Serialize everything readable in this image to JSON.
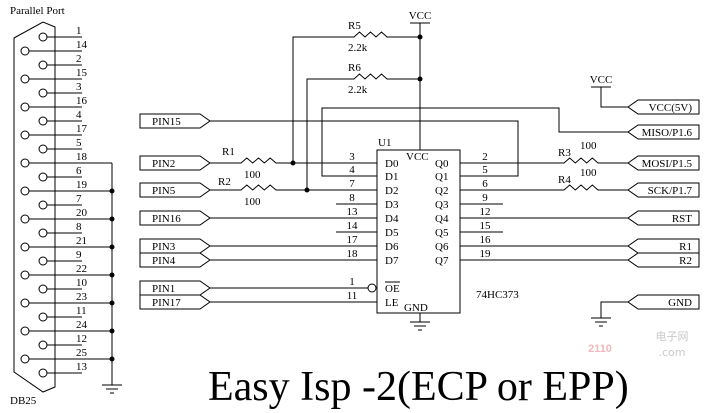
{
  "connector": {
    "title": "Parallel Port",
    "name": "DB25",
    "pins": [
      "1",
      "14",
      "2",
      "15",
      "3",
      "16",
      "4",
      "17",
      "5",
      "18",
      "6",
      "19",
      "7",
      "20",
      "8",
      "21",
      "9",
      "22",
      "10",
      "23",
      "11",
      "24",
      "12",
      "25",
      "13"
    ]
  },
  "vcc_label": "VCC",
  "resistors": [
    {
      "ref": "R1",
      "value": "100"
    },
    {
      "ref": "R2",
      "value": "100"
    },
    {
      "ref": "R3",
      "value": "100"
    },
    {
      "ref": "R4",
      "value": "100"
    },
    {
      "ref": "R5",
      "value": "2.2k"
    },
    {
      "ref": "R6",
      "value": "2.2k"
    }
  ],
  "ic": {
    "ref": "U1",
    "part": "74HC373",
    "vcc": "VCC",
    "gnd": "GND",
    "left_pins": [
      {
        "num": "3",
        "name": "D0"
      },
      {
        "num": "4",
        "name": "D1"
      },
      {
        "num": "7",
        "name": "D2"
      },
      {
        "num": "8",
        "name": "D3"
      },
      {
        "num": "13",
        "name": "D4"
      },
      {
        "num": "14",
        "name": "D5"
      },
      {
        "num": "17",
        "name": "D6"
      },
      {
        "num": "18",
        "name": "D7"
      },
      {
        "num": "1",
        "name": "OE"
      },
      {
        "num": "11",
        "name": "LE"
      }
    ],
    "right_pins": [
      {
        "num": "2",
        "name": "Q0"
      },
      {
        "num": "5",
        "name": "Q1"
      },
      {
        "num": "6",
        "name": "Q2"
      },
      {
        "num": "9",
        "name": "Q3"
      },
      {
        "num": "12",
        "name": "Q4"
      },
      {
        "num": "15",
        "name": "Q5"
      },
      {
        "num": "16",
        "name": "Q6"
      },
      {
        "num": "19",
        "name": "Q7"
      }
    ]
  },
  "left_ports": [
    "PIN15",
    "PIN2",
    "PIN5",
    "PIN16",
    "PIN3",
    "PIN4",
    "PIN1",
    "PIN17"
  ],
  "right_ports": [
    "VCC(5V)",
    "MISO/P1.6",
    "MOSI/P1.5",
    "SCK/P1.7",
    "RST",
    "R1",
    "R2",
    "GND"
  ],
  "title": "Easy Isp -2(ECP or EPP)",
  "watermark": {
    "number": "2110",
    "cn": "电子网",
    "domain": ".com"
  }
}
